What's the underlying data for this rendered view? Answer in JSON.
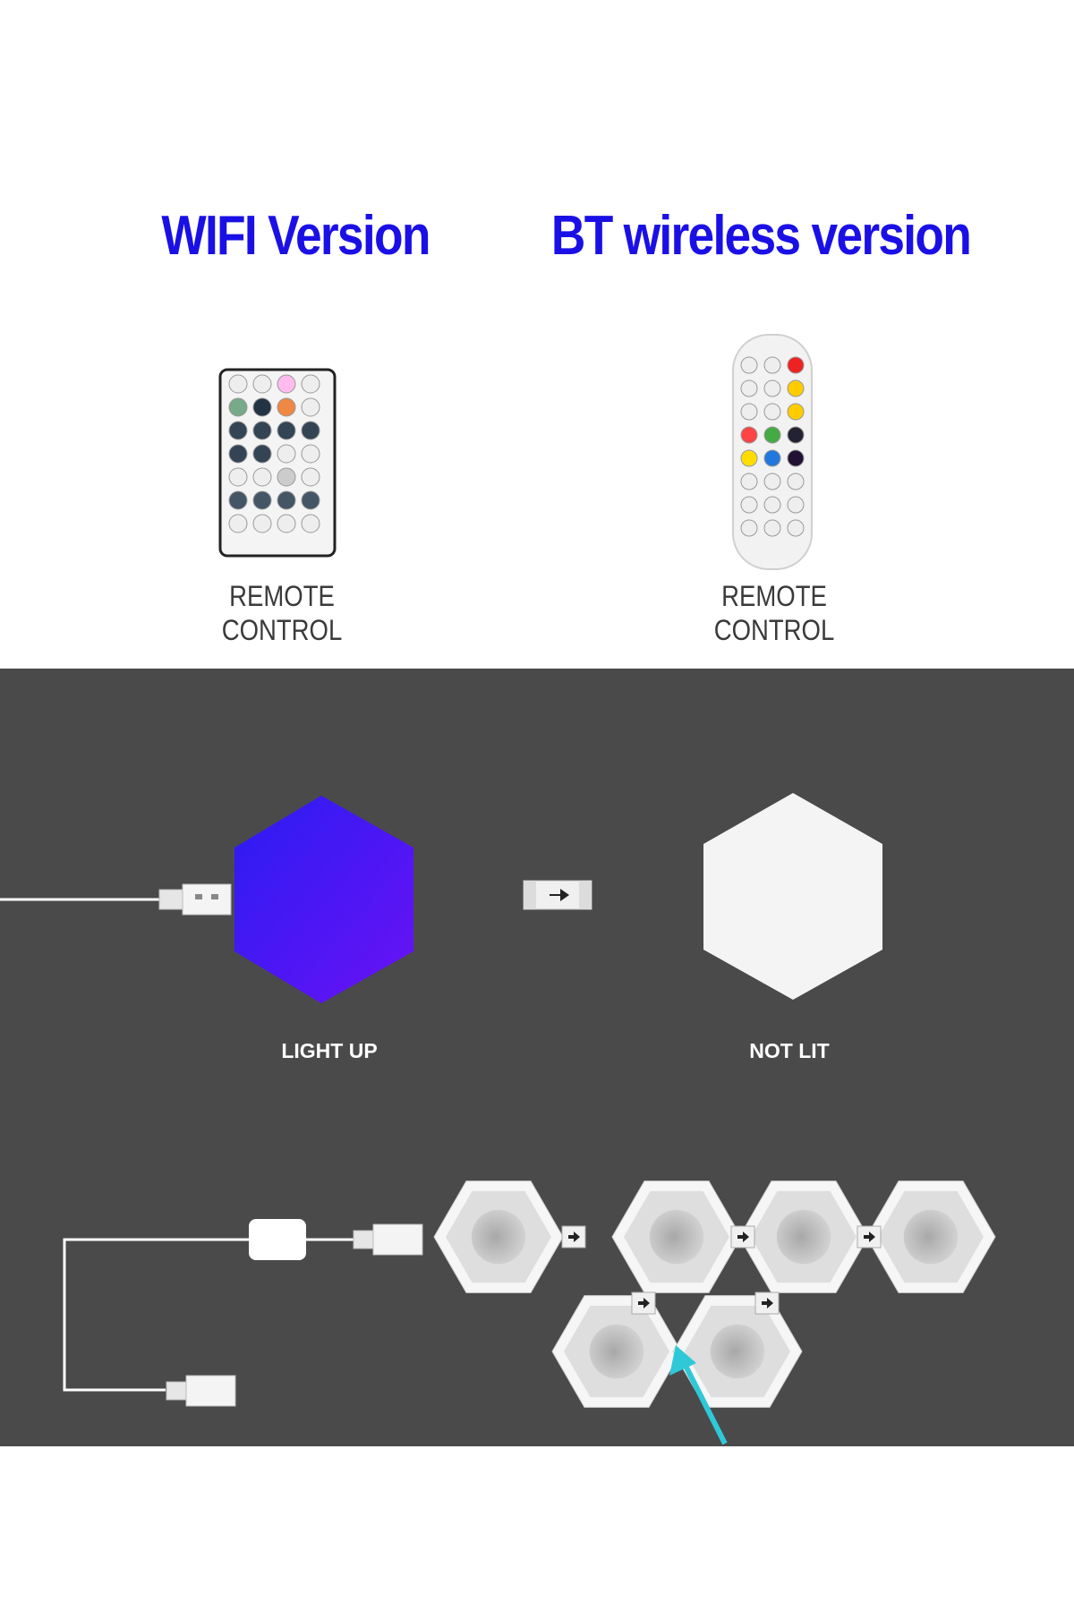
{
  "headings": {
    "wifi": "WIFI Version",
    "bt": "BT wireless version"
  },
  "remotes": {
    "wifi": {
      "line1": "REMOTE",
      "line2": "CONTROL"
    },
    "bt": {
      "line1": "REMOTE",
      "line2": "CONTROL"
    }
  },
  "panels": {
    "lit_label": "LIGHT UP",
    "unlit_label": "NOT LIT"
  },
  "colors": {
    "heading": "#1a10e6",
    "panel_background": "#4a4a4a",
    "lit_hexagon": "#3a14f0",
    "arrow": "#2ec8d8"
  }
}
